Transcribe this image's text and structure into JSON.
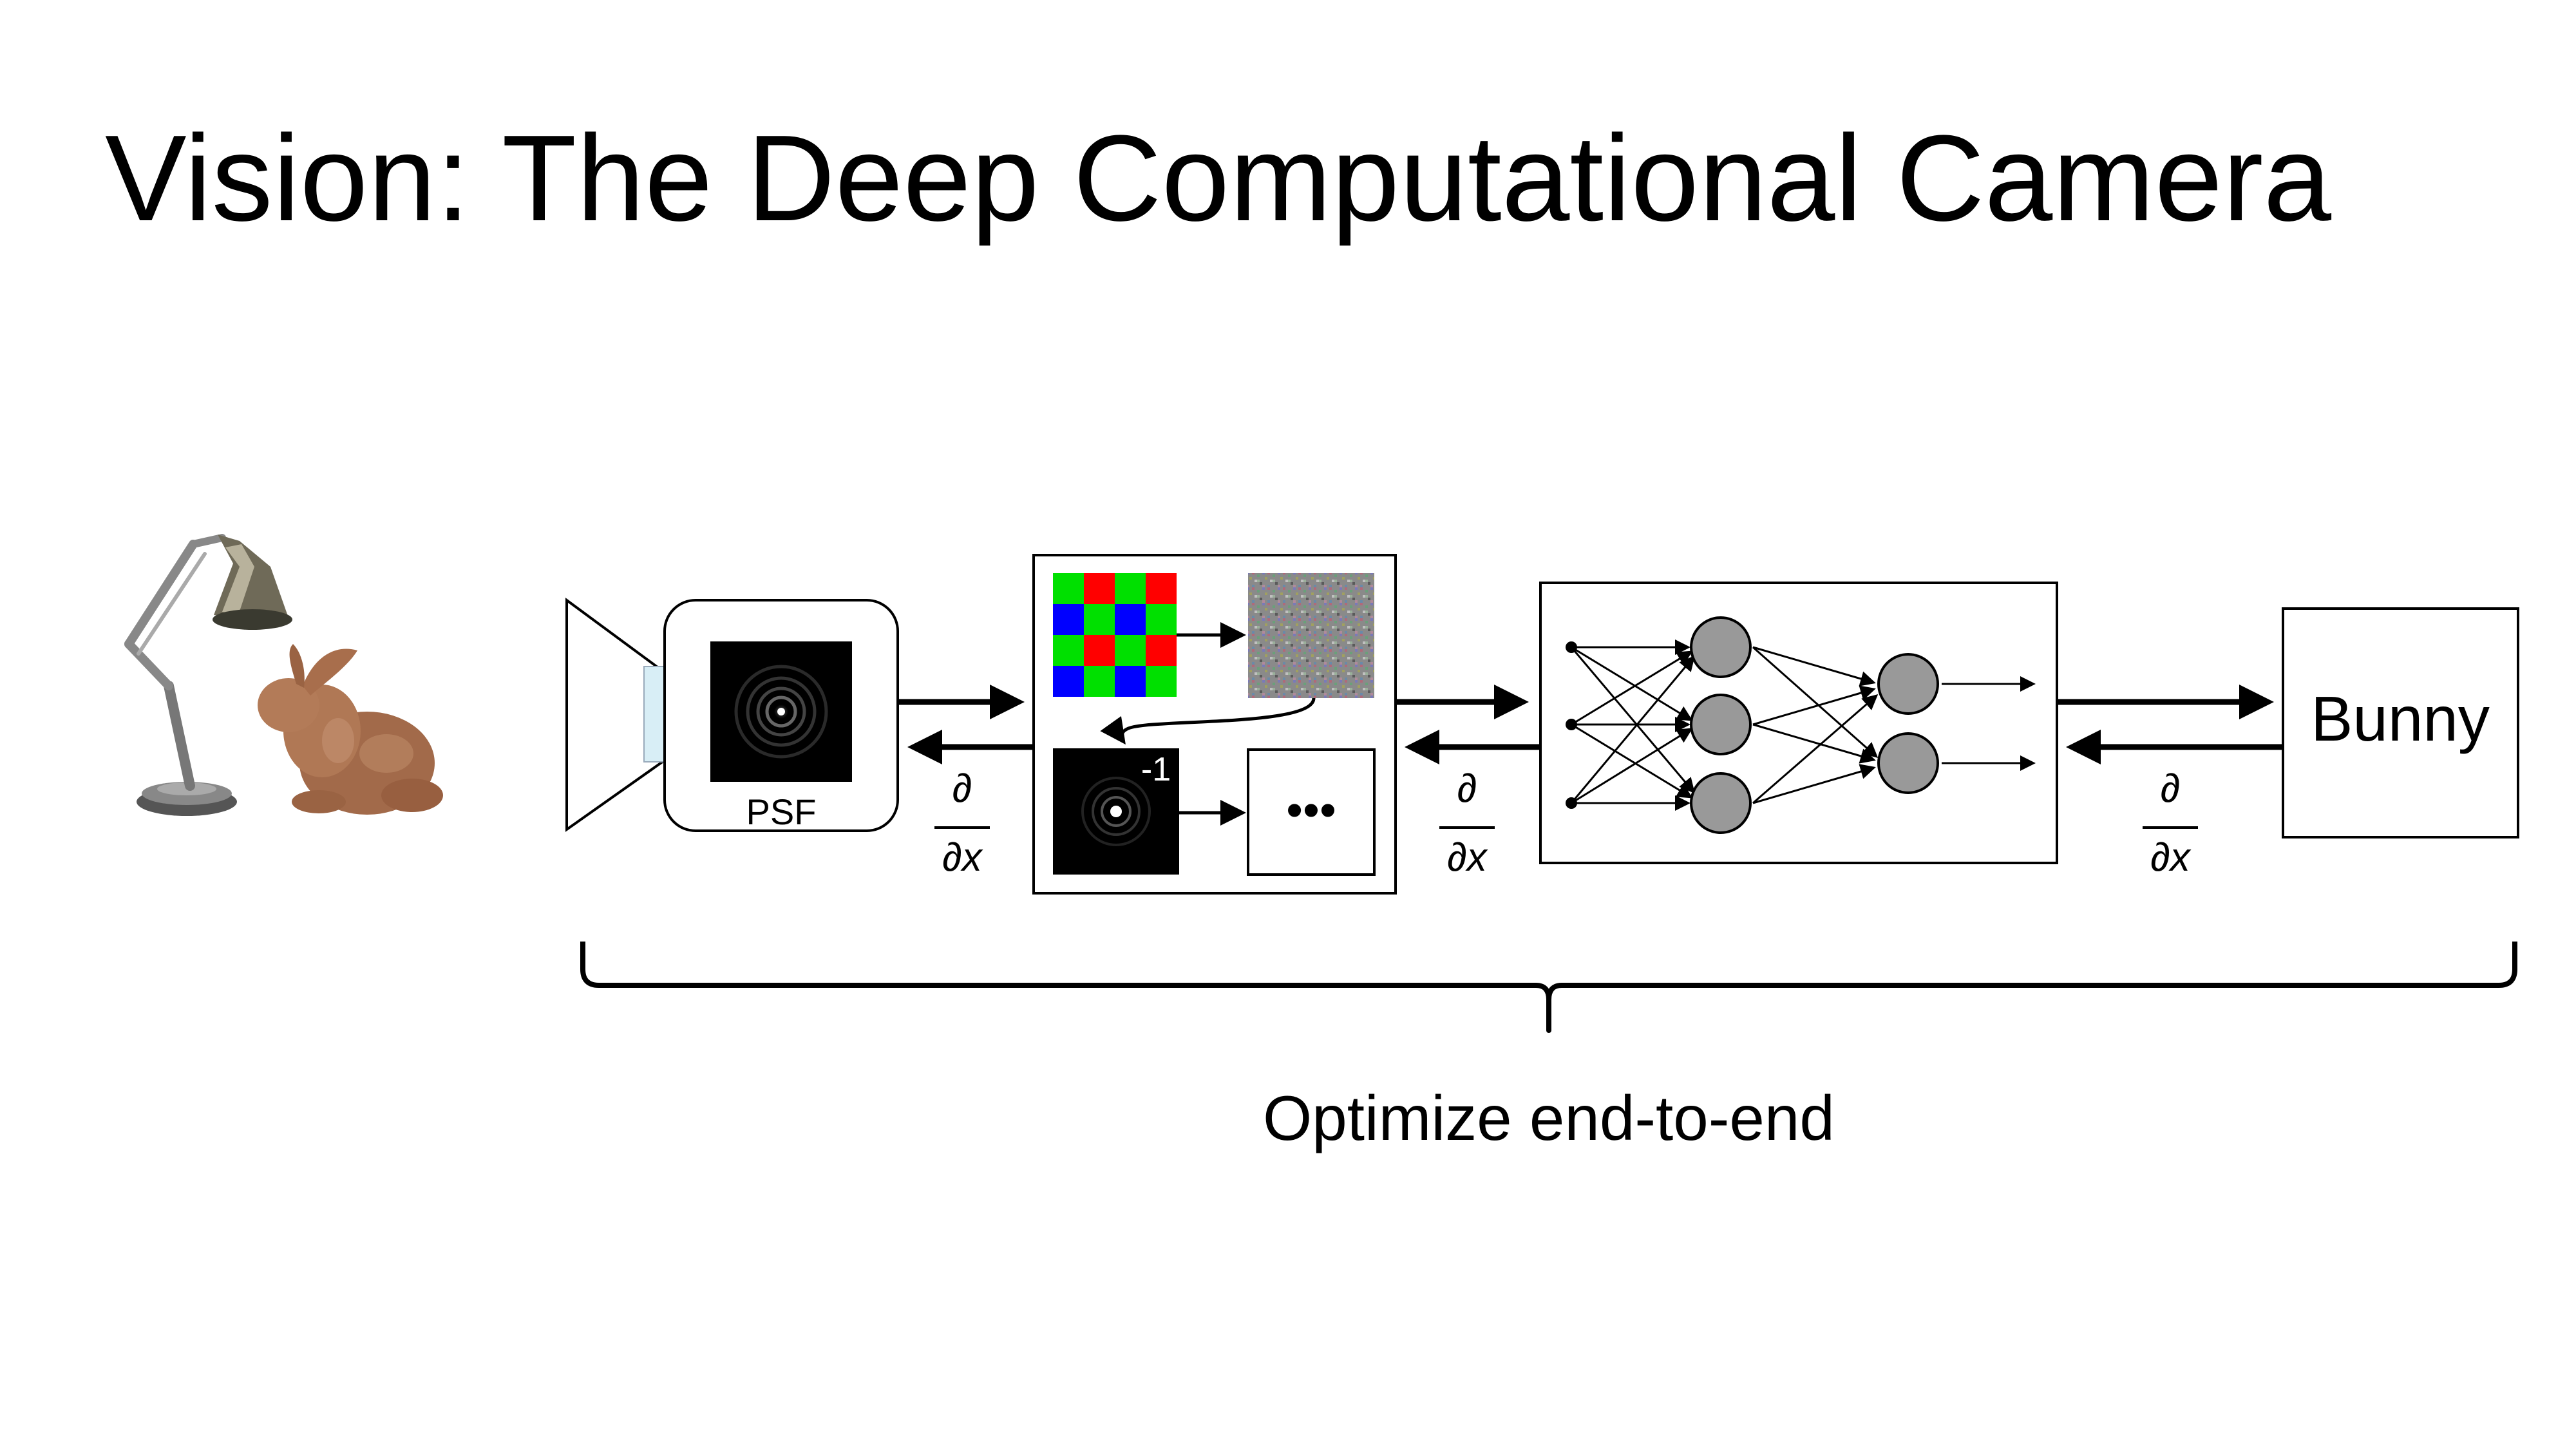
{
  "slide": {
    "title": "Vision: The Deep Computational Camera"
  },
  "diagram": {
    "psf_label": "PSF",
    "inverse_superscript": "-1",
    "ellipsis_symbol": "•••",
    "output_label": "Bunny",
    "gradient": {
      "numerator": "∂",
      "denominator": "∂x"
    },
    "bracket_caption": "Optimize end-to-end",
    "scene": {
      "objects": [
        "lamp",
        "bunny"
      ]
    },
    "colors": {
      "bayer_red": "#ff0000",
      "bayer_green": "#00e000",
      "bayer_blue": "#0000ff",
      "neuron_fill": "#999999",
      "stroke": "#000000",
      "background": "#ffffff"
    }
  }
}
